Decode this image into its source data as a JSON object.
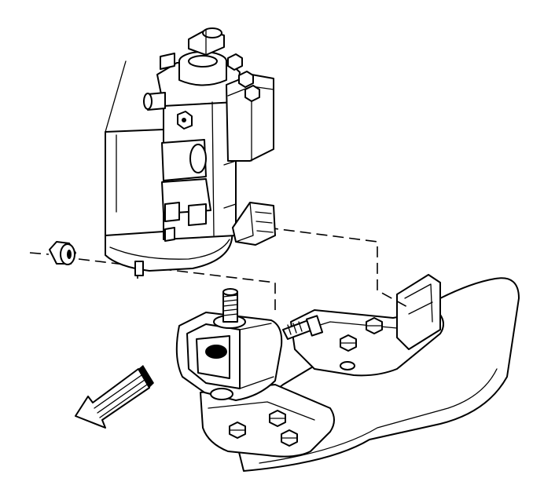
{
  "figure": {
    "description_text": "",
    "parts": [
      "hydraulic-modulator-valve-assembly",
      "mounting-nut",
      "mounting-bracket-insulator",
      "bracket-stud",
      "frame-rail-bracket",
      "frame-rail",
      "direction-arrow"
    ],
    "arrow_direction": "front",
    "colors": {
      "line": "#000000",
      "background": "#ffffff"
    }
  }
}
